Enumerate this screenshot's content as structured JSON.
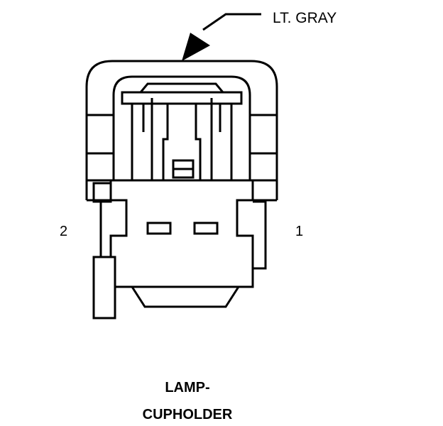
{
  "callout": {
    "text": "LT. GRAY"
  },
  "pins": {
    "left": "2",
    "right": "1"
  },
  "title": {
    "line1": "LAMP-",
    "line2": "CUPHOLDER"
  }
}
